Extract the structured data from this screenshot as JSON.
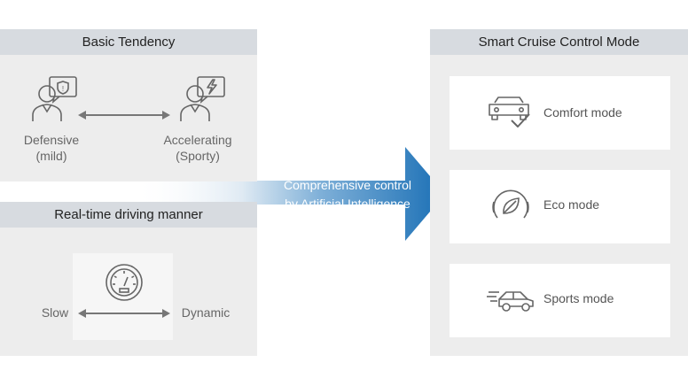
{
  "basic_tendency": {
    "title": "Basic Tendency",
    "left_label_line1": "Defensive",
    "left_label_line2": "(mild)",
    "right_label_line1": "Accelerating",
    "right_label_line2": "(Sporty)"
  },
  "realtime": {
    "title": "Real-time driving manner",
    "left_label": "Slow",
    "right_label": "Dynamic"
  },
  "center_arrow": {
    "line1": "Comprehensive control",
    "line2": "by Artificial Intelligence"
  },
  "smart_cruise": {
    "title": "Smart Cruise Control Mode",
    "modes": [
      {
        "label": "Comfort mode",
        "icon": "car-check-icon"
      },
      {
        "label": "Eco mode",
        "icon": "leaf-gauge-icon"
      },
      {
        "label": "Sports mode",
        "icon": "speeding-car-icon"
      }
    ]
  },
  "colors": {
    "arrow_dark": "#1a6fb5",
    "arrow_light": "#dfeaf3",
    "header_bg": "#d7dbe0",
    "panel_bg": "#ededed"
  }
}
